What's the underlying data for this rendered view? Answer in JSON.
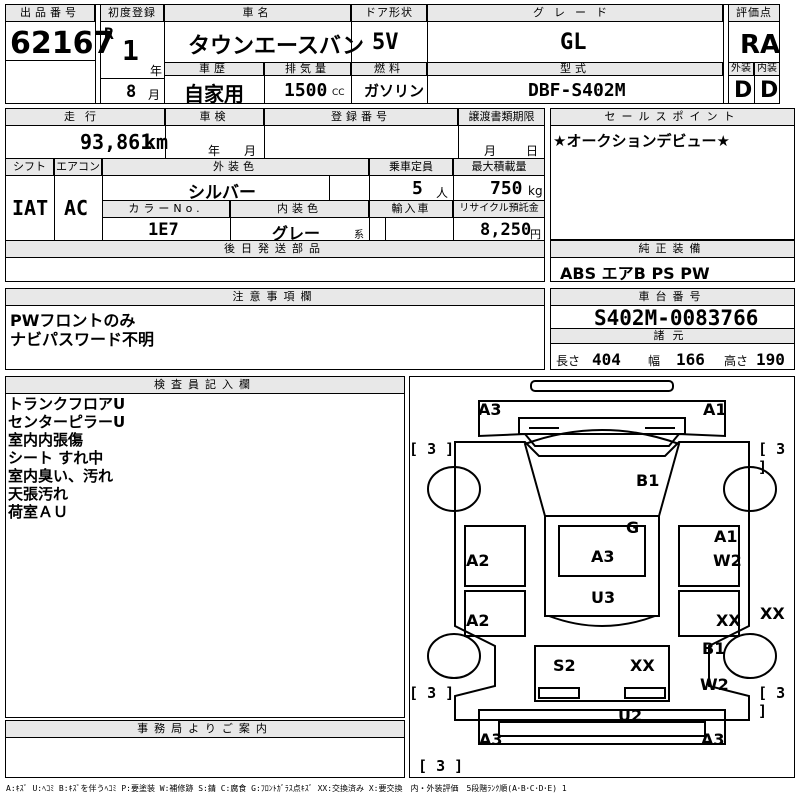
{
  "header": {
    "lot_label": "出品番号",
    "lot_no": "62167",
    "first_reg_label": "初度登録",
    "era": "R",
    "year": "1",
    "year_unit": "年",
    "month": "8",
    "month_unit": "月",
    "name_label": "車名",
    "car_name": "タウンエースバン",
    "door_label": "ドア形状",
    "door": "5V",
    "grade_label": "グレード",
    "grade": "GL",
    "score_label": "評価点",
    "score": "RA",
    "history_label": "車歴",
    "history": "自家用",
    "disp_label": "排気量",
    "disp": "1500",
    "disp_unit": "CC",
    "fuel_label": "燃料",
    "fuel": "ガソリン",
    "model_label": "型式",
    "model": "DBF-S402M",
    "ext_label": "外装",
    "int_label": "内装",
    "ext": "D",
    "int": "D"
  },
  "row2": {
    "mileage_label": "走行",
    "mileage": "93,861",
    "mileage_unit": "km",
    "inspect_label": "車検",
    "inspect_y": "年",
    "inspect_m": "月",
    "regno_label": "登録番号",
    "transfer_label": "譲渡書類期限",
    "transfer_m": "月",
    "transfer_d": "日",
    "shift_label": "シフト",
    "shift": "IAT",
    "ac_label": "エアコン",
    "ac": "AC",
    "color_label": "外装色",
    "color": "シルバー",
    "cap_label": "乗車定員",
    "cap": "5",
    "cap_unit": "人",
    "load_label": "最大積載量",
    "load": "750",
    "load_unit": "kg",
    "colorno_label": "カラーNo.",
    "colorno": "1E7",
    "intcolor_label": "内装色",
    "intcolor": "グレー",
    "intcolor_unit": "系",
    "import_label": "輸入車",
    "recycle_label": "リサイクル預託金",
    "recycle": "8,250",
    "recycle_unit": "円",
    "later_label": "後日発送部品"
  },
  "sales": {
    "label": "セールスポイント",
    "text": "★オークションデビュー★"
  },
  "equip": {
    "label": "純正装備",
    "text": "ABS エアB PS PW"
  },
  "caution": {
    "label": "注意事項欄",
    "lines": [
      "PWフロントのみ",
      "ナビパスワード不明"
    ]
  },
  "chassis": {
    "label": "車台番号",
    "no": "S402M-0083766",
    "spec_label": "諸元",
    "len_label": "長さ",
    "len": "404",
    "wid_label": "幅",
    "wid": "166",
    "hgt_label": "高さ",
    "hgt": "190"
  },
  "inspector": {
    "label": "検査員記入欄",
    "lines": [
      "トランクフロアU",
      "センターピラーU",
      "室内内張傷",
      "シート すれ中",
      "室内臭い、汚れ",
      "天張汚れ",
      "荷室ＡＵ"
    ]
  },
  "office": {
    "label": "事務局よりご案内"
  },
  "diagram": {
    "a3_tl": "A3",
    "a1_tr": "A1",
    "b1": "B1",
    "g": "G",
    "a1_r": "A1",
    "w2_r": "W2",
    "a2_l1": "A2",
    "a3_c": "A3",
    "u3": "U3",
    "xx_r": "XX",
    "xx_far": "XX",
    "a2_l2": "A2",
    "b1_r": "B1",
    "s2": "S2",
    "xx_c": "XX",
    "w2_r2": "W2",
    "u2": "U2",
    "a3_bl": "A3",
    "a3_br": "A3",
    "br3": "3"
  },
  "legend": "A:ｷｽﾞ U:ﾍｺﾐ B:ｷｽﾞを伴うﾍｺﾐ P:要塗装 W:補修跡 S:錆 C:腐食 G:ﾌﾛﾝﾄｶﾞﾗｽ点ｷｽﾞ XX:交換済み X:要交換　内・外装評価　5段階ﾗﾝｸ順(A･B･C･D･E) 1"
}
